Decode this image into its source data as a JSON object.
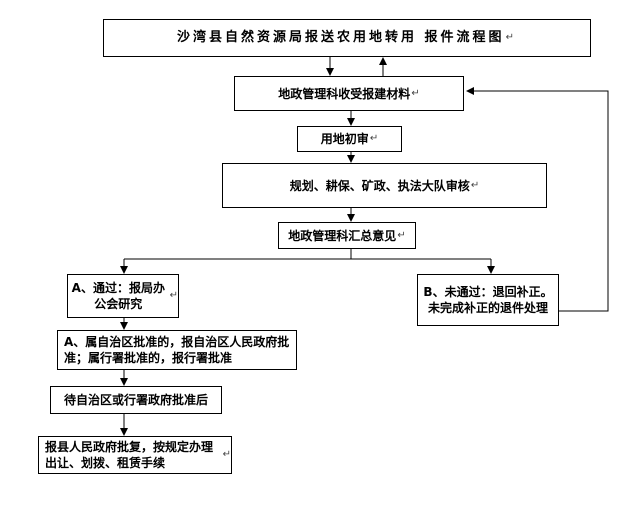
{
  "title": "沙湾县自然资源局报送农用地转用 报件流程图",
  "steps": {
    "receive": "地政管理科收受报建材料",
    "initial_review": "用地初审",
    "department_review": "规划、耕保、矿政、执法大队审核",
    "summary": "地政管理科汇总意见"
  },
  "branch_a": {
    "label": "A、通过：报局办公会研究",
    "approval_scope": "A、属自治区批准的，报自治区人民政府批准；属行署批准的，报行署批准",
    "wait": "待自治区或行署政府批准后",
    "final": "报县人民政府批复，按规定办理出让、划拨、租赁手续"
  },
  "branch_b": {
    "label": "B、未通过：退回补正。未完成补正的退件处理"
  },
  "paragraph_mark": "↵"
}
